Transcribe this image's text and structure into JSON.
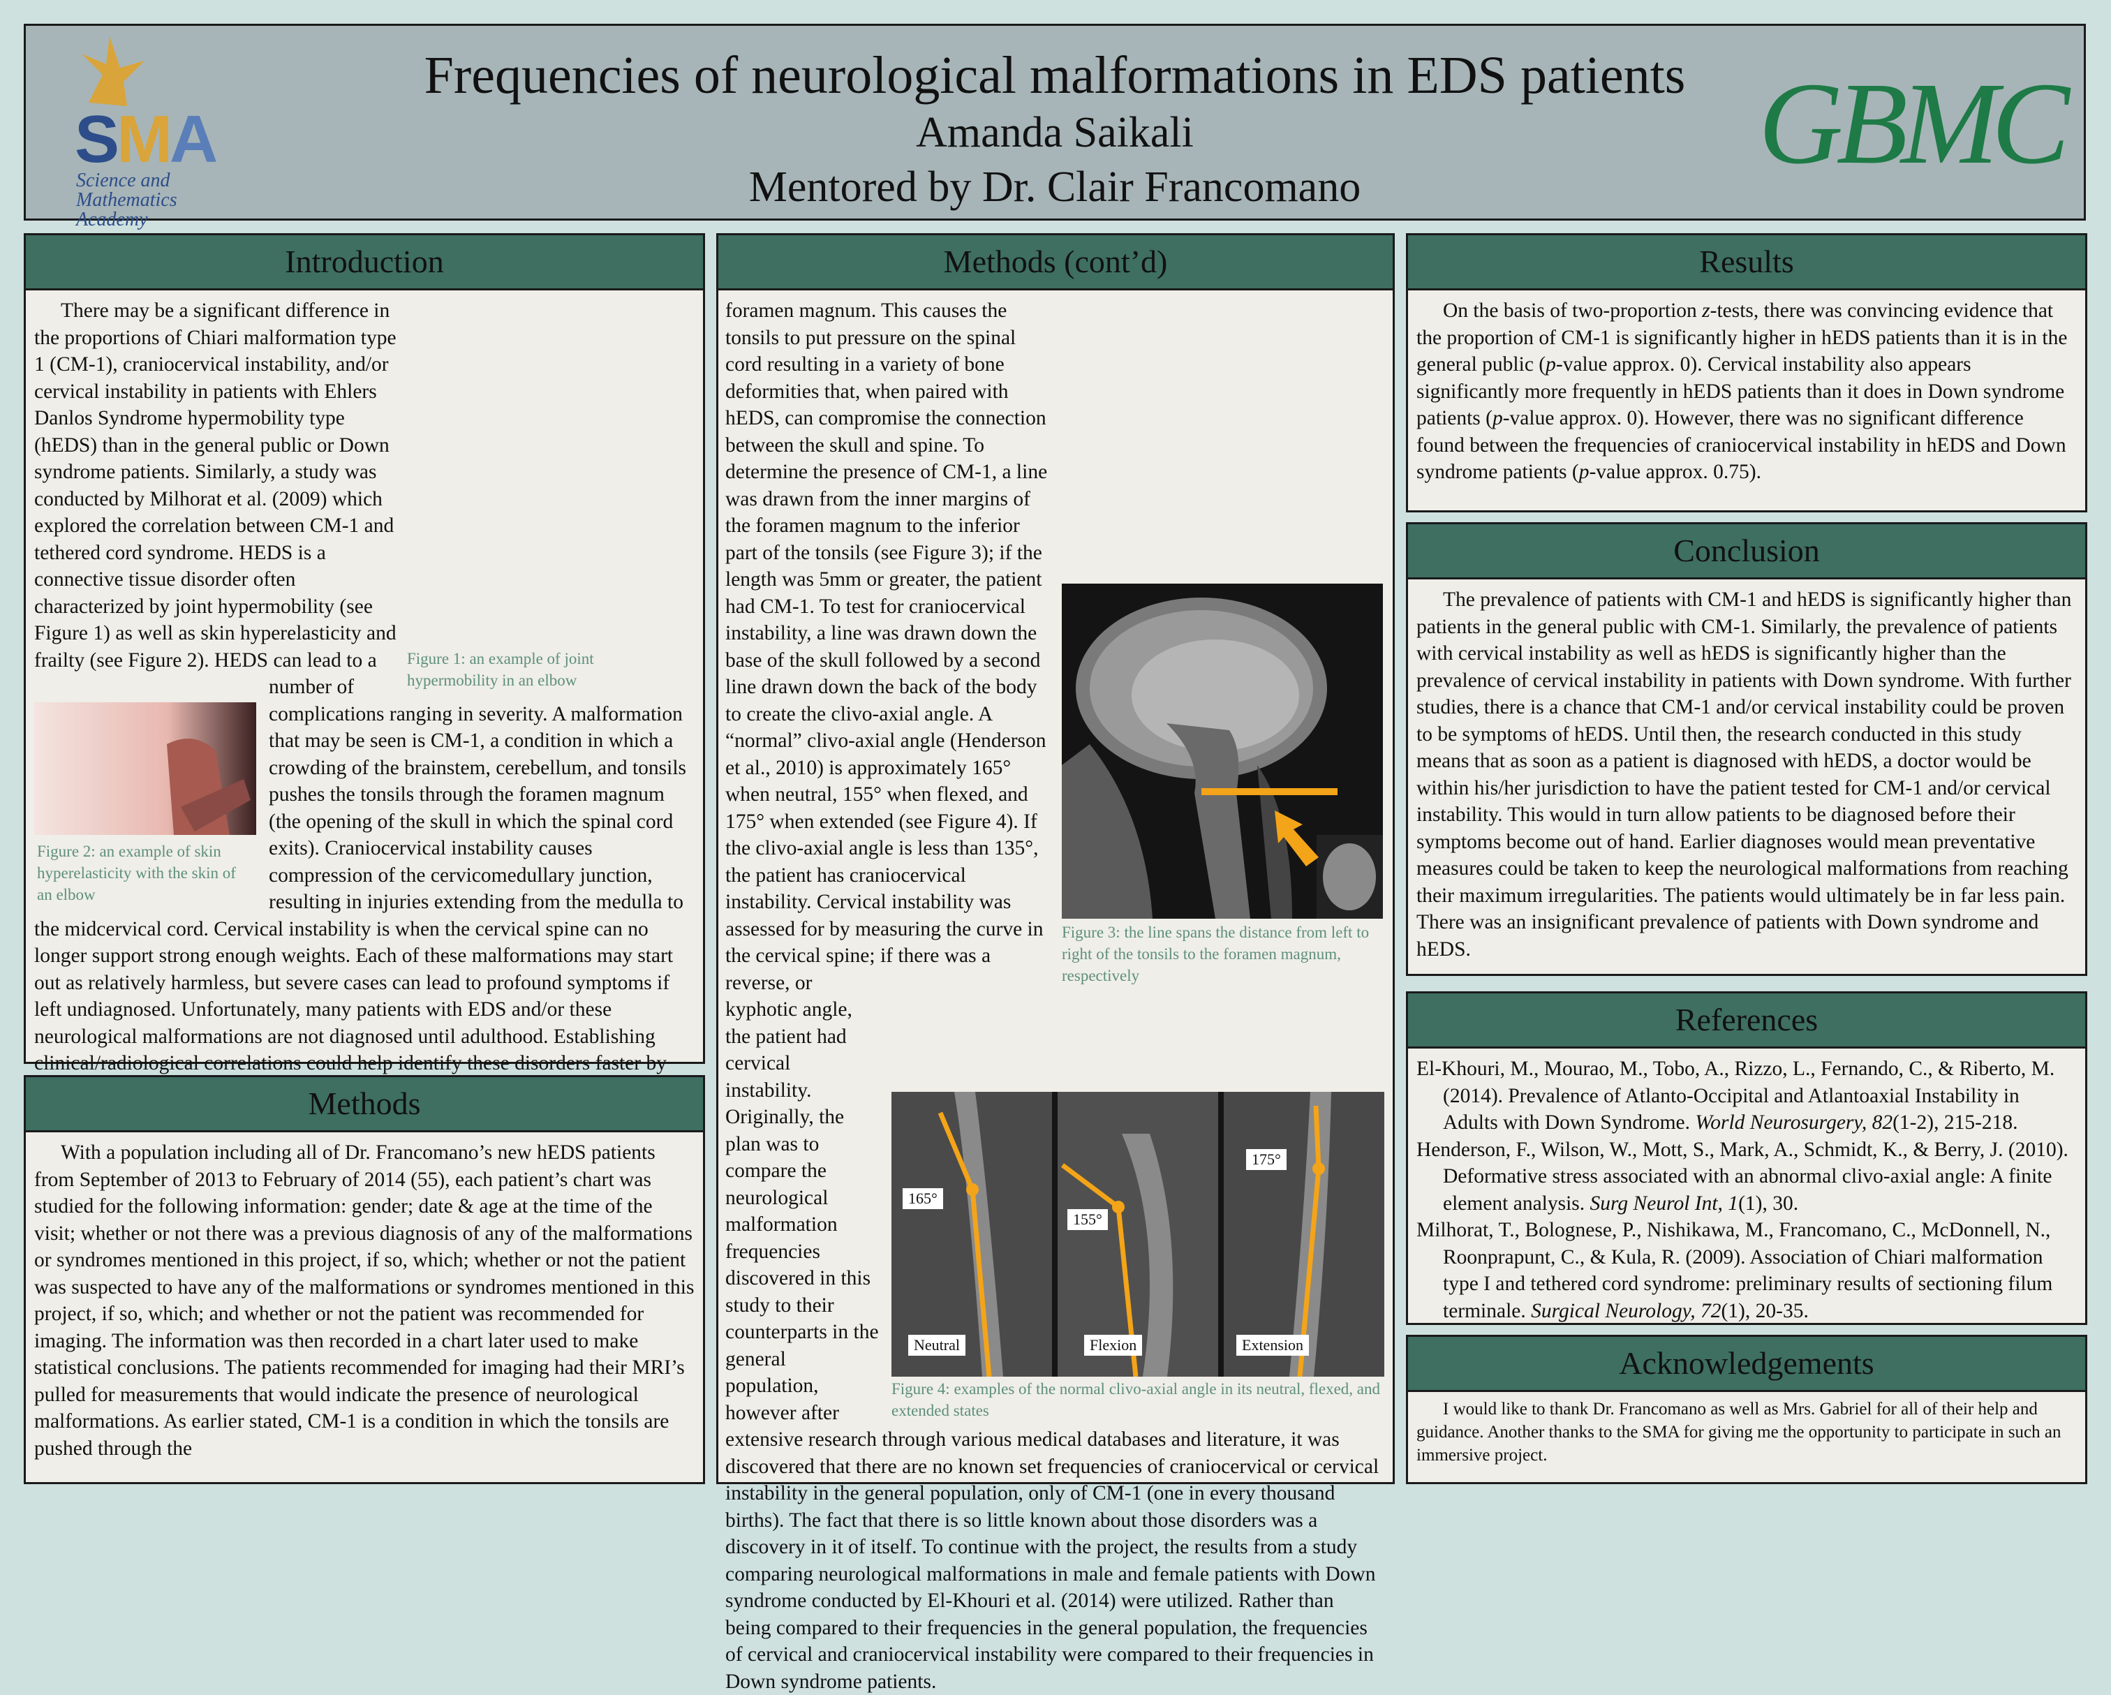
{
  "header": {
    "title": "Frequencies of neurological malformations in EDS patients",
    "author": "Amanda Saikali",
    "mentor": "Mentored by Dr. Clair Francomano",
    "logo_left": {
      "letters_s": "S",
      "letters_m": "M",
      "letters_a": "A",
      "line1": "Science and",
      "line2": "Mathematics",
      "line3": "Academy"
    },
    "logo_right": "GBMC"
  },
  "introduction": {
    "heading": "Introduction",
    "p1": "There may be a significant difference in the proportions of Chiari malformation type 1 (CM-1), craniocervical instability, and/or cervical instability in patients with Ehlers Danlos Syndrome hypermobility type (hEDS) than in the general public or Down syndrome patients. Similarly, a study was conducted by Milhorat et al. (2009) which explored the correlation between CM-1 and tethered cord syndrome. HEDS is a connective tissue disorder often characterized by joint hypermobility (see Figure 1) as well as skin hyperelasticity and frailty (see Figure 2). HEDS can lead to a number of complications ranging in severity. A malformation that may be seen is CM-1, a condition in which a crowding of the brainstem, cerebellum, and tonsils pushes the tonsils through the foramen magnum (the opening of the skull in which the spinal cord exits). Craniocervical instability causes compression of the cervicomedullary junction, resulting in injuries extending from the medulla to the midcervical cord. Cervical instability is when the cervical spine can no longer support strong enough weights. Each of these malformations may start out as relatively harmless, but severe cases can lead to profound symptoms if left undiagnosed. Unfortunately, many patients with EDS and/or these neurological malformations are not diagnosed until adulthood. Establishing clinical/radiological correlations could help identify these disorders faster by prompting doctors to test for the malformations associated with a diagnosis right after it is made.",
    "fig1_caption": "Figure 1: an example of joint hypermobility in an elbow",
    "fig2_caption": "Figure 2: an example of skin hyperelasticity with the skin of an elbow"
  },
  "methods": {
    "heading": "Methods",
    "p1": "With a population including all of Dr. Francomano’s new hEDS patients from September of 2013 to February of 2014 (55), each patient’s chart was studied for the following information: gender; date & age at the time of the visit; whether or not there was a previous diagnosis of any of the malformations or syndromes mentioned in this project, if so, which; whether or not the patient was suspected to have any of the malformations or syndromes mentioned in this project, if so, which; and whether or not the patient was recommended for imaging. The information was then recorded in a chart later used to make statistical conclusions. The patients recommended for imaging had their MRI’s pulled for measurements that would indicate the presence of neurological malformations. As earlier stated, CM-1 is a condition in which the tonsils are pushed through the"
  },
  "methods_cont": {
    "heading": "Methods (cont’d)",
    "p1": "foramen magnum. This causes the tonsils to put pressure on the spinal cord resulting in a variety of bone deformities that, when paired with hEDS, can compromise the connection between the skull and spine. To determine the presence of CM-1, a line was drawn from the inner margins of the foramen magnum to the inferior part of the tonsils (see Figure 3); if the length was 5mm or greater, the patient had CM-1. To test for craniocervical instability, a line was drawn down the base of the skull followed by a second line drawn down the back of the body to create the clivo-axial angle. A “normal” clivo-axial angle (Henderson et al., 2010) is approximately 165° when neutral, 155° when flexed, and 175° when extended (see Figure 4). If the clivo-axial angle is less than 135°, the patient has craniocervical instability. Cervical instability was assessed for by measuring the curve in the cervical spine; if there was a reverse, or kyphotic angle, the patient had cervical instability. Originally, the plan was to compare the neurological malformation frequencies discovered in this study to their counterparts in the general population, however after extensive research through various medical databases and literature, it was discovered that there are no known set frequencies of craniocervical or cervical instability in the general population, only of CM-1 (one in every thousand births). The fact that there is so little known about those disorders was a discovery in it of itself. To continue with the project, the results from a study comparing neurological malformations in male and female patients with Down syndrome conducted by El-Khouri et al. (2014) were utilized. Rather than being compared to their frequencies in the general population, the frequencies of cervical and craniocervical instability were compared to their frequencies in Down syndrome patients.",
    "fig3_caption": "Figure 3: the line spans the distance from left to right of the tonsils to the foramen magnum, respectively",
    "fig4_caption": "Figure 4: examples of the normal clivo-axial angle in its neutral, flexed, and extended states",
    "fig4_labels": {
      "neutral": "Neutral",
      "flexion": "Flexion",
      "extension": "Extension",
      "a165": "165°",
      "a155": "155°",
      "a175": "175°"
    }
  },
  "results": {
    "heading": "Results",
    "p1_pre": "On the basis of two-proportion ",
    "p1_z": "z",
    "p1_mid": "-tests, there was convincing evidence that the proportion of CM-1 is significantly higher in hEDS patients than it is in the general public (",
    "p_italic": "p",
    "p1_v1": "-value approx. 0). Cervical instability also appears significantly more frequently in hEDS patients than it does in Down syndrome patients (",
    "p1_v2": "-value approx. 0). However, there was no significant difference found between the frequencies of craniocervical instability in hEDS and Down syndrome patients (",
    "p1_v3": "-value approx. 0.75)."
  },
  "conclusion": {
    "heading": "Conclusion",
    "p1": "The prevalence of patients with CM-1 and hEDS is significantly higher than patients in the general public with CM-1. Similarly, the prevalence of patients with cervical instability as well as hEDS is significantly higher than the prevalence of cervical instability in patients with Down syndrome. With further studies, there is a chance that CM-1 and/or cervical instability could be proven to be symptoms of hEDS. Until then, the research conducted in this study means that as soon as a patient is diagnosed with hEDS, a doctor would be within his/her jurisdiction to have the patient tested for CM-1 and/or cervical instability. This would in turn allow patients to be diagnosed before their symptoms become out of hand. Earlier diagnoses would mean preventative measures could be taken to keep the neurological malformations from reaching their maximum irregularities. The patients would ultimately be in far less pain. There was an insignificant prevalence of patients with Down syndrome and hEDS."
  },
  "references": {
    "heading": "References",
    "r1_a": "El-Khouri, M., Mourao, M., Tobo, A., Rizzo, L., Fernando, C., & Riberto, M. (2014). Prevalence of Atlanto-Occipital and Atlantoaxial Instability in Adults with Down Syndrome. ",
    "r1_j": "World Neurosurgery, 82",
    "r1_b": "(1-2), 215-218.",
    "r2_a": "Henderson, F., Wilson, W., Mott, S., Mark, A., Schmidt, K., & Berry, J. (2010). Deformative stress associated with an abnormal clivo-axial angle: A finite element analysis. ",
    "r2_j": "Surg Neurol Int, 1",
    "r2_b": "(1), 30.",
    "r3_a": "Milhorat, T., Bolognese, P., Nishikawa, M., Francomano, C., McDonnell, N., Roonprapunt, C., & Kula, R. (2009). Association of Chiari malformation type I and tethered cord syndrome: preliminary results of sectioning filum terminale. ",
    "r3_j": "Surgical Neurology, 72",
    "r3_b": "(1), 20-35."
  },
  "acknowledgements": {
    "heading": "Acknowledgements",
    "p1": "I would like to thank Dr. Francomano as well as Mrs. Gabriel for all of their help and guidance. Another thanks to the SMA for giving me the opportunity to participate in such an immersive project."
  },
  "colors": {
    "background": "#cfe1df",
    "header_bg": "#a7b5b8",
    "panel_head": "#3e6f61",
    "panel_body": "#efeee8",
    "caption": "#5e8f7c",
    "annotation": "#f4a418",
    "gbmc": "#1e7a46"
  }
}
